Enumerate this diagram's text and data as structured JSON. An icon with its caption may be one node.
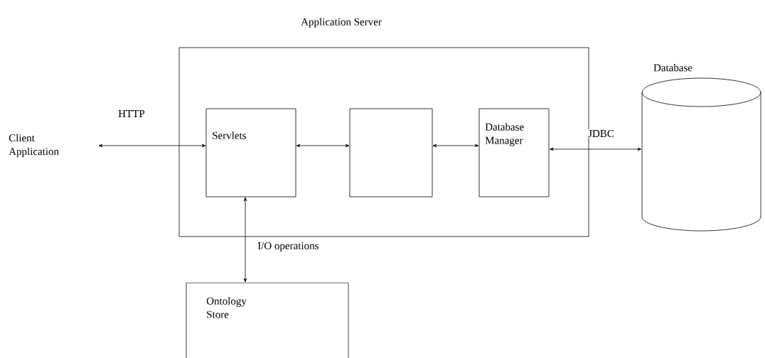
{
  "diagram": {
    "nodes": [
      {
        "text": [
          "Application Server"
        ]
      },
      {
        "text": [
          "Servlets"
        ],
        "in": 0
      },
      {
        "text": [],
        "shape": "box",
        "in": 0
      },
      {
        "text": [
          "Database Manager"
        ],
        "in": 0
      },
      {
        "text": [
          "Database"
        ]
      },
      {
        "text": [
          "Client Application"
        ]
      },
      {
        "text": [
          "Ontology Store"
        ]
      }
    ],
    "edges": [
      {
        "from": 5,
        "to": 1,
        "arrow": "both",
        "label": "HTTP"
      },
      {
        "from": 1,
        "to": 2,
        "arrow": "both"
      },
      {
        "from": 2,
        "to": 3,
        "arrow": "both"
      },
      {
        "from": 3,
        "to": 4,
        "arrow": "both",
        "label": "JDBC"
      },
      {
        "from": 1,
        "to": 6,
        "arrow": "both",
        "label": "I/O operations"
      }
    ]
  }
}
